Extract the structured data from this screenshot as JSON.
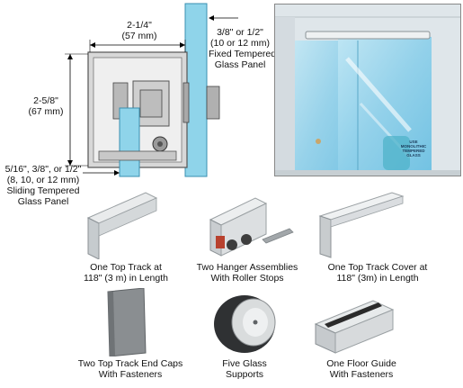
{
  "diagram": {
    "width_dim": {
      "in": "2-1/4\"",
      "mm": "(57 mm)"
    },
    "height_dim": {
      "in": "2-5/8\"",
      "mm": "(67 mm)"
    },
    "fixed_panel": {
      "line1": "3/8\" or 1/2\"",
      "line2": "(10 or 12 mm)",
      "line3": "Fixed Tempered",
      "line4": "Glass Panel"
    },
    "sliding_panel": {
      "line1": "5/16\", 3/8\", or 1/2\"",
      "line2": "(8, 10, or 12 mm)",
      "line3": "Sliding Tempered",
      "line4": "Glass Panel"
    }
  },
  "photo": {
    "sticker_line1": "USE",
    "sticker_line2": "MONOLITHIC",
    "sticker_line3": "TEMPERED",
    "sticker_line4": "GLASS"
  },
  "parts": [
    {
      "line1": "One Top Track at",
      "line2": "118\" (3 m) in Length"
    },
    {
      "line1": "Two Hanger Assemblies",
      "line2": "With Roller Stops"
    },
    {
      "line1": "One Top Track Cover at",
      "line2": "118\" (3m) in Length"
    },
    {
      "line1": "Two Top Track End Caps",
      "line2": "With Fasteners"
    },
    {
      "line1": "Five Glass",
      "line2": "Supports"
    },
    {
      "line1": "One Floor Guide",
      "line2": "With Fasteners"
    }
  ]
}
